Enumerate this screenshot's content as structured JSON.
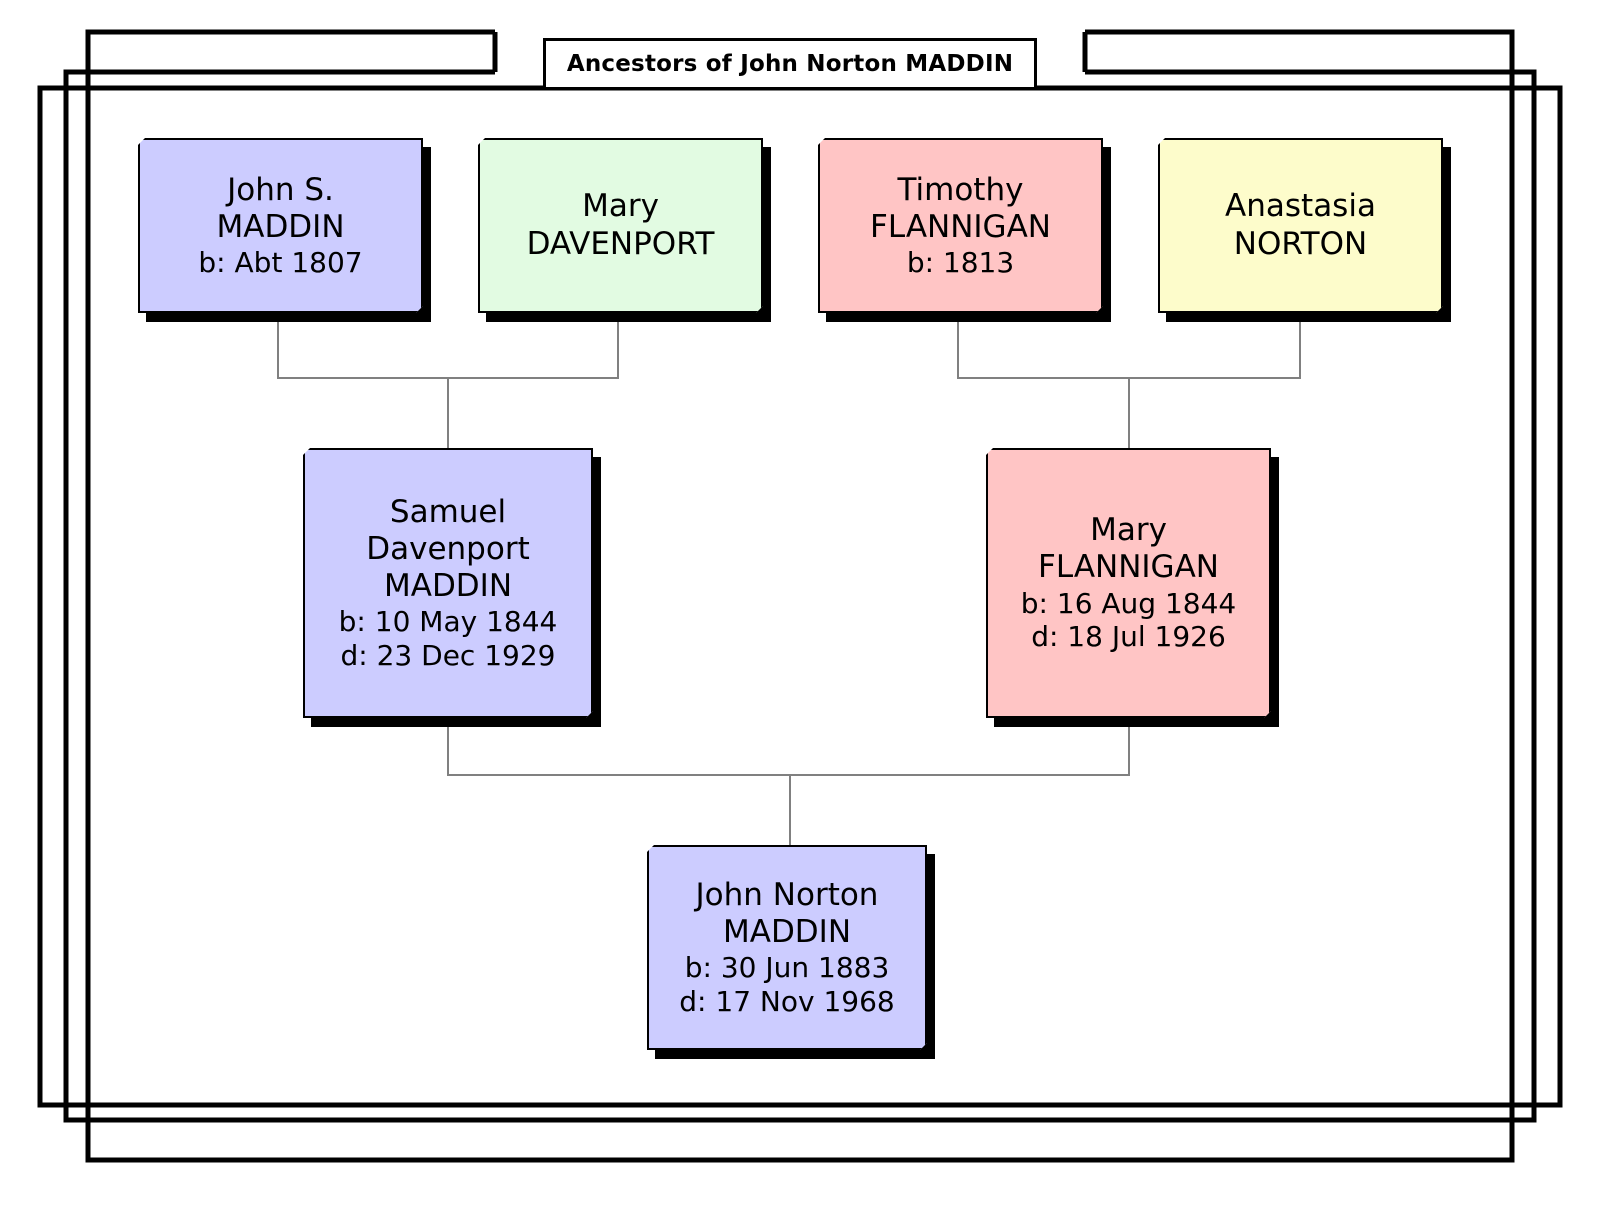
{
  "title": {
    "text": "Ancestors of John Norton MADDIN"
  },
  "colors": {
    "male_lavender": "#ccccff",
    "female_green": "#e2fbe2",
    "male_pink": "#ffc5c5",
    "female_yellow": "#fdfccb",
    "border": "#000000",
    "shadow": "#000000",
    "connector": "#808080",
    "background": "#ffffff"
  },
  "people": [
    {
      "id": "john-s-maddin",
      "name_line_1": "John S.",
      "name_line_2": "MADDIN",
      "birth": "b: Abt 1807",
      "death": "",
      "color": "fill-lavender",
      "generation": "great-grandparent"
    },
    {
      "id": "mary-davenport",
      "name_line_1": "Mary",
      "name_line_2": "DAVENPORT",
      "birth": "",
      "death": "",
      "color": "fill-green",
      "generation": "great-grandparent"
    },
    {
      "id": "timothy-flannigan",
      "name_line_1": "Timothy",
      "name_line_2": "FLANNIGAN",
      "birth": "b: 1813",
      "death": "",
      "color": "fill-pink",
      "generation": "great-grandparent"
    },
    {
      "id": "anastasia-norton",
      "name_line_1": "Anastasia",
      "name_line_2": "NORTON",
      "birth": "",
      "death": "",
      "color": "fill-yellow",
      "generation": "great-grandparent"
    },
    {
      "id": "samuel-davenport-maddin",
      "name_line_1": "Samuel",
      "name_line_2": "Davenport",
      "name_line_3": "MADDIN",
      "birth": "b: 10 May 1844",
      "death": "d: 23 Dec 1929",
      "color": "fill-lavender",
      "generation": "parent"
    },
    {
      "id": "mary-flannigan",
      "name_line_1": "Mary",
      "name_line_2": "FLANNIGAN",
      "birth": "b: 16 Aug 1844",
      "death": "d: 18 Jul 1926",
      "color": "fill-pink",
      "generation": "parent"
    },
    {
      "id": "john-norton-maddin",
      "name_line_1": "John Norton",
      "name_line_2": "MADDIN",
      "birth": "b: 30 Jun 1883",
      "death": "d: 17 Nov 1968",
      "color": "fill-lavender",
      "generation": "subject"
    }
  ]
}
